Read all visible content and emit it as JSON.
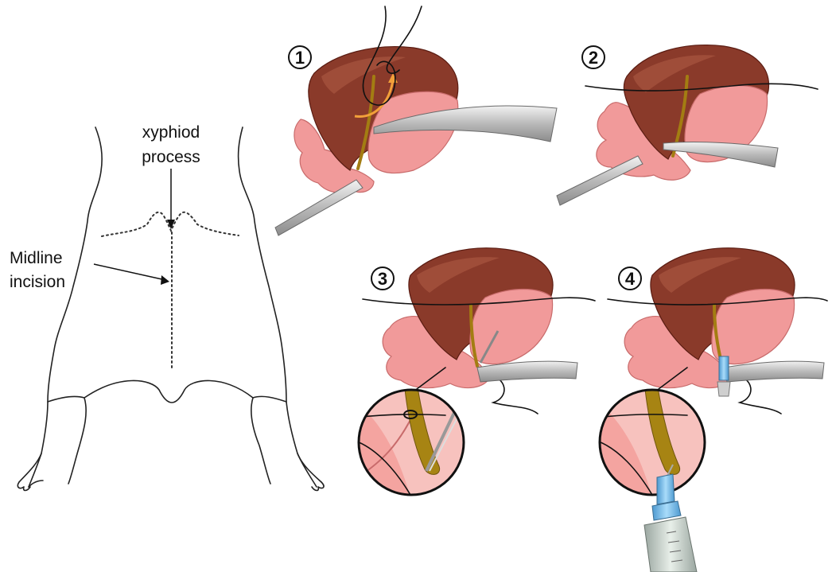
{
  "labels": {
    "xyphoid_line1": "xyphiod",
    "xyphoid_line2": "process",
    "midline_line1": "Midline",
    "midline_line2": "incision"
  },
  "steps": [
    {
      "number": "1"
    },
    {
      "number": "2"
    },
    {
      "number": "3"
    },
    {
      "number": "4"
    }
  ],
  "colors": {
    "liver": "#8a3a2a",
    "intestine_pink": "#f19a9a",
    "bile_duct": "#a78413",
    "instrument_steel": "#bfbfbf",
    "needle_hub": "#6fb6e6"
  }
}
